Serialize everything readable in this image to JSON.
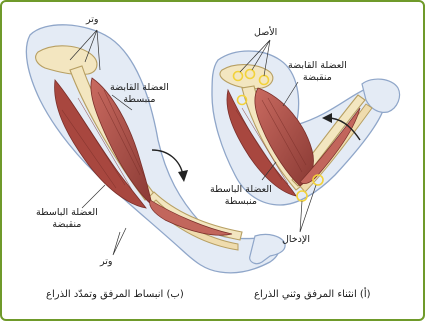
{
  "panel_a": {
    "caption": "(أ) انثناء المرفق وثني الذراع",
    "labels": {
      "origin": "الأصل",
      "flexor_line1": "العضلة القابضة",
      "flexor_line2": "منقبضة",
      "extensor_line1": "العضلة الباسطة",
      "extensor_line2": "منبسطة",
      "insertion": "الإدخال"
    }
  },
  "panel_b": {
    "caption": "(ب) انبساط المرفق وتمدّد الذراع",
    "labels": {
      "tendon_top": "وتر",
      "flexor_line1": "العضلة القابضة",
      "flexor_line2": "منبسطة",
      "extensor_line1": "العضلة الباسطة",
      "extensor_line2": "منقبضة",
      "tendon_bottom": "وتر"
    }
  },
  "colors": {
    "frame": "#6f9a2a",
    "skin_fill": "#e4ebf5",
    "skin_outline": "#8fa6c9",
    "bone": "#f3e6c0",
    "bone_outline": "#b79f62",
    "muscle": "#b6574e",
    "muscle_dark": "#8a3a34",
    "joint_circle": "#f2d23a"
  }
}
